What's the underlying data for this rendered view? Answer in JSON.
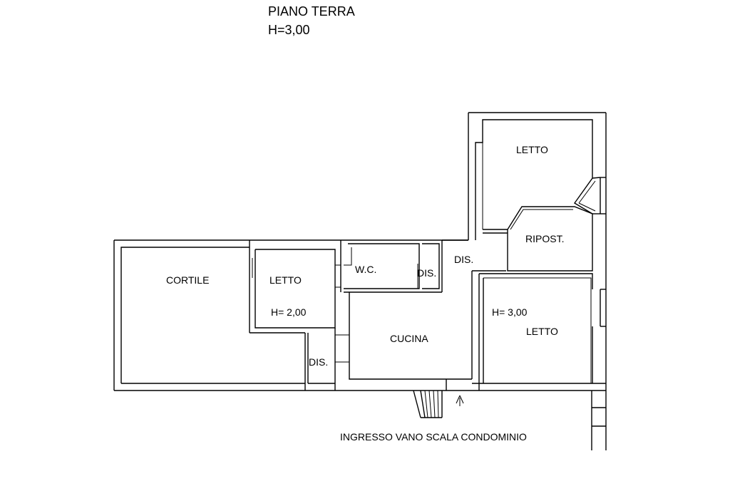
{
  "header": {
    "floor_name": "PIANO TERRA",
    "floor_height": "H=3,00"
  },
  "rooms": {
    "cortile": "CORTILE",
    "letto_small": "LETTO",
    "letto_small_height": "H= 2,00",
    "wc": "W.C.",
    "dis_wc": "DIS.",
    "dis_hall": "DIS.",
    "dis_lower": "DIS.",
    "cucina": "CUCINA",
    "letto_top": "LETTO",
    "ripost": "RIPOST.",
    "letto_right": "LETTO",
    "letto_right_height": "H= 3,00"
  },
  "footer": {
    "entrance": "INGRESSO VANO SCALA CONDOMINIO"
  },
  "colors": {
    "line": "#000000",
    "background": "#ffffff"
  }
}
